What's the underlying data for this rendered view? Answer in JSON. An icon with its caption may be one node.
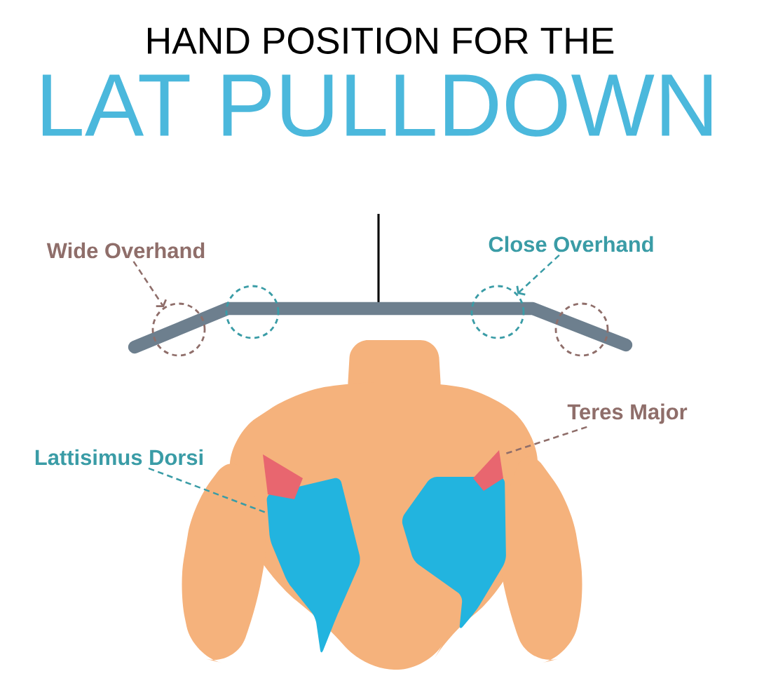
{
  "diagram": {
    "title": "HAND POSITION FOR THE",
    "nodes": [
      {
        "text": [
          "Wide Overhand"
        ]
      },
      {
        "text": [
          "Close Overhand"
        ]
      },
      {
        "text": [],
        "shape": "circle"
      },
      {
        "text": [],
        "shape": "circle"
      },
      {
        "text": [],
        "shape": "circle"
      },
      {
        "text": [],
        "shape": "circle"
      },
      {
        "text": [
          "Teres Major"
        ]
      },
      {
        "text": [
          "Lattisimus Dorsi"
        ]
      }
    ],
    "edges": [
      {
        "from": 0,
        "to": 2,
        "arrow": "to",
        "style": "dashed",
        "color": "#8f6e6a"
      },
      {
        "from": 1,
        "to": 4,
        "arrow": "to",
        "style": "dashed",
        "color": "#3a9ca6"
      },
      {
        "from": 6,
        "to": null,
        "arrow": "none",
        "style": "dashed",
        "color": "#8f6e6a"
      },
      {
        "from": 7,
        "to": null,
        "arrow": "none",
        "style": "dashed",
        "color": "#3a9ca6"
      }
    ],
    "labels": [
      "LAT PULLDOWN"
    ]
  }
}
